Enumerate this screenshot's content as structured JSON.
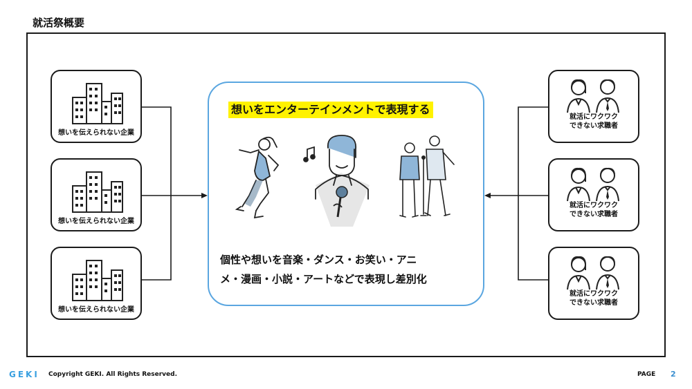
{
  "slide": {
    "title": "就活祭概要",
    "headline": "想いをエンターテインメントで表現する",
    "description_line1": "個性や想いを音楽・ダンス・お笑い・アニ",
    "description_line2": "メ・漫画・小説・アートなどで表現し差別化"
  },
  "companies": [
    {
      "label": "想いを伝えられない企業",
      "icon": "buildings-icon"
    },
    {
      "label": "想いを伝えられない企業",
      "icon": "buildings-icon"
    },
    {
      "label": "想いを伝えられない企業",
      "icon": "buildings-icon"
    }
  ],
  "job_seekers": [
    {
      "label_line1": "就活にワクワク",
      "label_line2": "できない求職者",
      "icon": "people-icon"
    },
    {
      "label_line1": "就活にワクワク",
      "label_line2": "できない求職者",
      "icon": "people-icon"
    },
    {
      "label_line1": "就活にワクワク",
      "label_line2": "できない求職者",
      "icon": "people-icon"
    }
  ],
  "illustrations": [
    "dancer-icon",
    "singer-icon",
    "comedy-duo-icon"
  ],
  "footer": {
    "logo": "GEKI",
    "copyright": "Copyright GEKI. All Rights Reserved.",
    "page_label": "PAGE",
    "page_number": "2"
  },
  "colors": {
    "accent_blue": "#5aa6e0",
    "highlight": "#fff200",
    "logo": "#3aa0e0"
  }
}
